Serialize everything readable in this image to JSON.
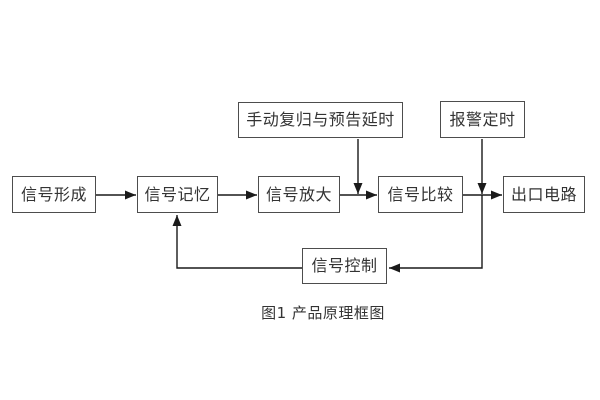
{
  "diagram": {
    "caption": "图1 产品原理框图",
    "colors": {
      "background": "#ffffff",
      "box_border": "#4d4d4d",
      "text": "#333333",
      "connector": "#1a1a1a"
    },
    "nodes": {
      "signal_formation": {
        "label": "信号形成"
      },
      "signal_memory": {
        "label": "信号记忆"
      },
      "signal_amplification": {
        "label": "信号放大"
      },
      "signal_comparison": {
        "label": "信号比较"
      },
      "output_circuit": {
        "label": "出口电路"
      },
      "manual_reset_delay": {
        "label": "手动复归与预告延时"
      },
      "alarm_timer": {
        "label": "报警定时"
      },
      "signal_control": {
        "label": "信号控制"
      }
    },
    "edges": [
      {
        "from": "信号形成",
        "to": "信号记忆"
      },
      {
        "from": "信号记忆",
        "to": "信号放大"
      },
      {
        "from": "信号放大",
        "to": "信号比较"
      },
      {
        "from": "信号比较",
        "to": "出口电路"
      },
      {
        "from": "手动复归与预告延时",
        "to": "信号放大与信号比较之间连线"
      },
      {
        "from": "报警定时",
        "to": "信号比较与出口电路之间连线"
      },
      {
        "from": "信号比较与出口电路之间连线",
        "to": "信号控制"
      },
      {
        "from": "信号控制",
        "to": "信号记忆"
      }
    ]
  }
}
